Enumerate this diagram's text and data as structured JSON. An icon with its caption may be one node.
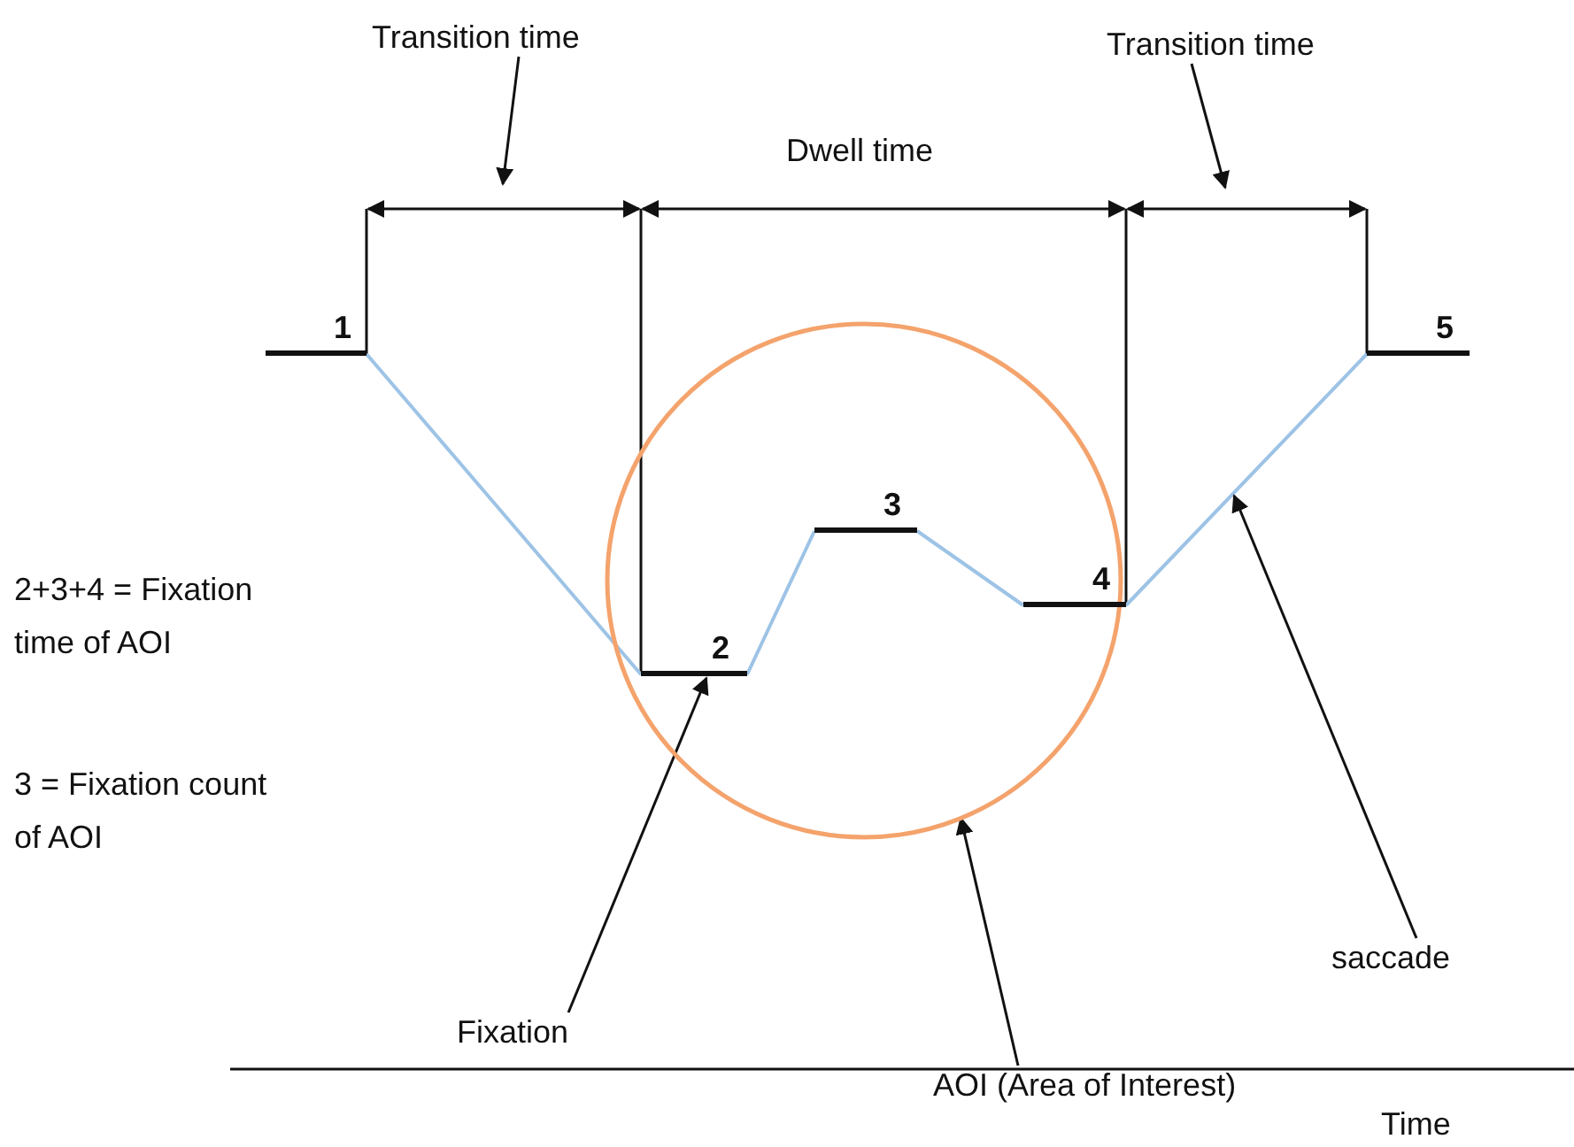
{
  "diagram": {
    "nodes": [
      {
        "text": [
          "1"
        ]
      },
      {
        "text": [
          "2"
        ],
        "in": 5
      },
      {
        "text": [
          "3"
        ],
        "in": 5
      },
      {
        "text": [
          "4"
        ],
        "in": 5
      },
      {
        "text": [
          "5"
        ]
      },
      {
        "text": [],
        "shape": "circle"
      },
      {
        "text": [
          "Transition time"
        ]
      },
      {
        "text": [
          "Transition time"
        ]
      },
      {
        "text": [
          "Fixation"
        ]
      },
      {
        "text": [
          "AOI (Area of Interest)"
        ]
      },
      {
        "text": [
          "saccade"
        ]
      }
    ],
    "edges": [
      {
        "from": 0,
        "to": 1,
        "arrow": "none",
        "color": "#9dc3e6"
      },
      {
        "from": 1,
        "to": 2,
        "arrow": "none",
        "color": "#9dc3e6"
      },
      {
        "from": 2,
        "to": 3,
        "arrow": "none",
        "color": "#9dc3e6"
      },
      {
        "from": 3,
        "to": 4,
        "arrow": "none",
        "color": "#9dc3e6"
      },
      {
        "from": 6,
        "to": null,
        "arrow": "to"
      },
      {
        "from": 7,
        "to": null,
        "arrow": "to"
      },
      {
        "from": 8,
        "to": 1,
        "arrow": "to"
      },
      {
        "from": 9,
        "to": 5,
        "arrow": "to"
      },
      {
        "from": 10,
        "to": null,
        "arrow": "to"
      }
    ],
    "labels": [
      "Dwell time",
      "2+3+4 = Fixation time of AOI",
      "3 = Fixation count of AOI",
      "Time"
    ]
  }
}
